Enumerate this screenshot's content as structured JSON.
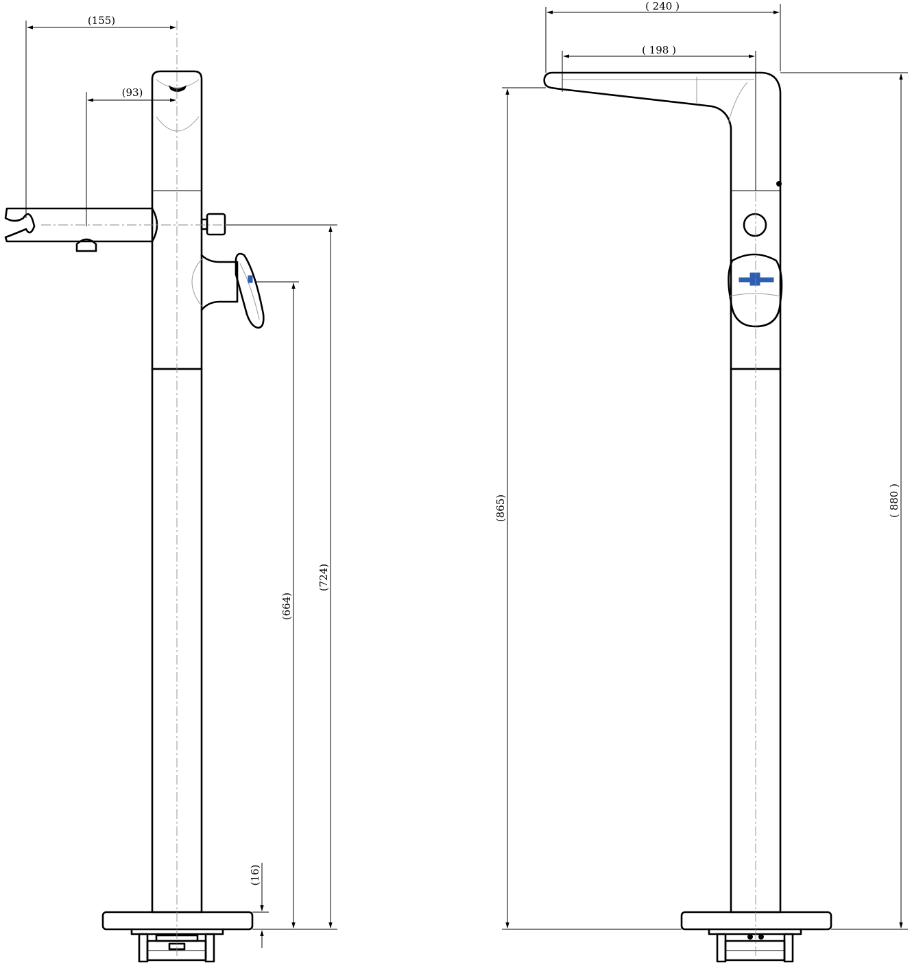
{
  "dimensions": {
    "spout_reach_front": "(155)",
    "handle_offset_front": "(93)",
    "handle_height": "(664)",
    "outlet_height_front": "(724)",
    "base_thickness": "(16)",
    "spout_length_total": "( 240 )",
    "spout_length_inner": "( 198 )",
    "spout_height": "(865)",
    "overall_height": "( 880 )"
  },
  "colors": {
    "line": "#000000",
    "hidden_line": "#9a9a9a",
    "accent": "#2e5fb0"
  }
}
